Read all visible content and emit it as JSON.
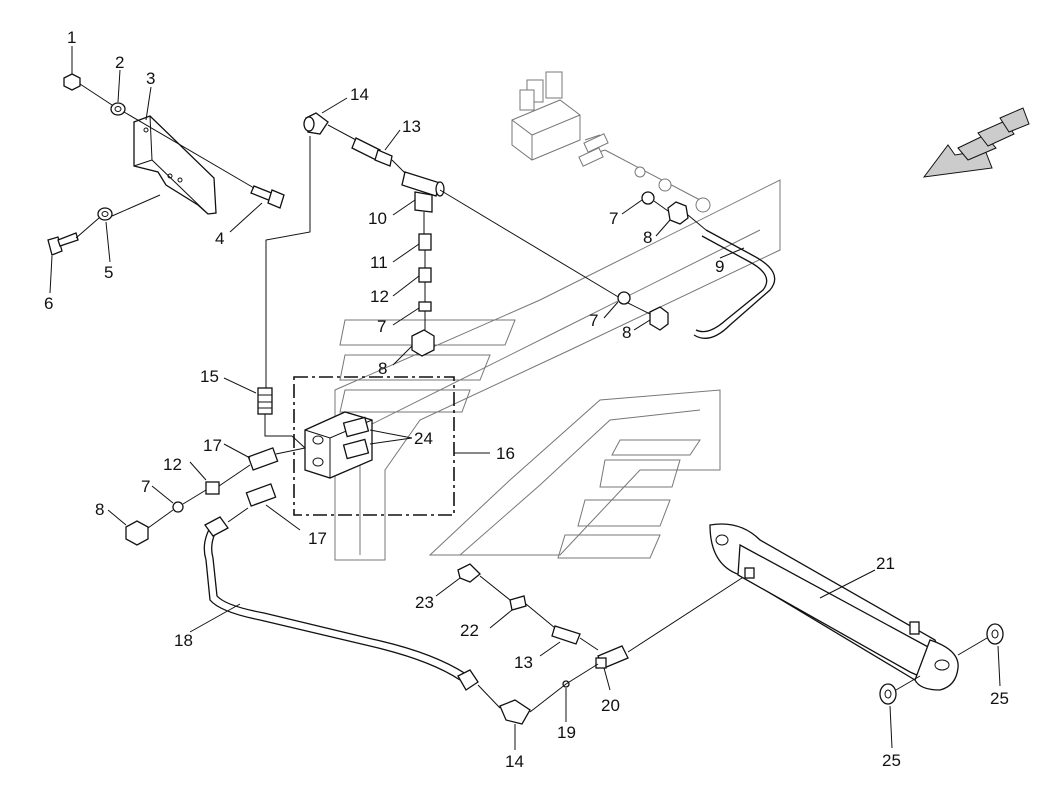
{
  "diagram": {
    "callouts": [
      {
        "id": "c1",
        "label": "1"
      },
      {
        "id": "c2",
        "label": "2"
      },
      {
        "id": "c3",
        "label": "3"
      },
      {
        "id": "c4",
        "label": "4"
      },
      {
        "id": "c5",
        "label": "5"
      },
      {
        "id": "c6",
        "label": "6"
      },
      {
        "id": "c7a",
        "label": "7"
      },
      {
        "id": "c7b",
        "label": "7"
      },
      {
        "id": "c7c",
        "label": "7"
      },
      {
        "id": "c7d",
        "label": "7"
      },
      {
        "id": "c8a",
        "label": "8"
      },
      {
        "id": "c8b",
        "label": "8"
      },
      {
        "id": "c8c",
        "label": "8"
      },
      {
        "id": "c8d",
        "label": "8"
      },
      {
        "id": "c9",
        "label": "9"
      },
      {
        "id": "c10",
        "label": "10"
      },
      {
        "id": "c11",
        "label": "11"
      },
      {
        "id": "c12a",
        "label": "12"
      },
      {
        "id": "c12b",
        "label": "12"
      },
      {
        "id": "c13a",
        "label": "13"
      },
      {
        "id": "c13b",
        "label": "13"
      },
      {
        "id": "c14a",
        "label": "14"
      },
      {
        "id": "c14b",
        "label": "14"
      },
      {
        "id": "c15",
        "label": "15"
      },
      {
        "id": "c16",
        "label": "16"
      },
      {
        "id": "c17a",
        "label": "17"
      },
      {
        "id": "c17b",
        "label": "17"
      },
      {
        "id": "c18",
        "label": "18"
      },
      {
        "id": "c19",
        "label": "19"
      },
      {
        "id": "c20",
        "label": "20"
      },
      {
        "id": "c21",
        "label": "21"
      },
      {
        "id": "c22",
        "label": "22"
      },
      {
        "id": "c23",
        "label": "23"
      },
      {
        "id": "c24",
        "label": "24"
      },
      {
        "id": "c25a",
        "label": "25"
      },
      {
        "id": "c25b",
        "label": "25"
      }
    ],
    "icons": {
      "direction": "direction-arrow-icon",
      "watermark": "watermark-logo"
    }
  }
}
